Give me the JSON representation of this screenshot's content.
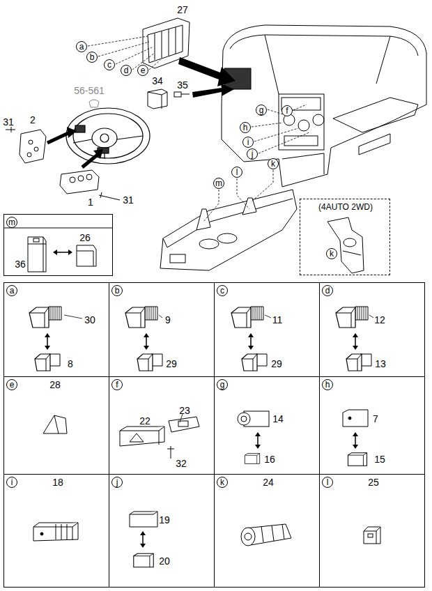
{
  "diagram": {
    "nodes": [
      {
        "text": [
          "m",
          "36",
          "26"
        ]
      },
      {
        "text": [
          "(4AUTO 2WD)",
          "k"
        ]
      },
      {
        "text": [
          "a",
          "30",
          "8"
        ]
      },
      {
        "text": [
          "b",
          "9",
          "29"
        ]
      },
      {
        "text": [
          "c",
          "11",
          "29"
        ]
      },
      {
        "text": [
          "d",
          "12",
          "13"
        ]
      },
      {
        "text": [
          "e",
          "28"
        ]
      },
      {
        "text": [
          "f",
          "23",
          "22",
          "32"
        ]
      },
      {
        "text": [
          "g",
          "14",
          "16"
        ]
      },
      {
        "text": [
          "h",
          "7",
          "15"
        ]
      },
      {
        "text": [
          "i",
          "18"
        ]
      },
      {
        "text": [
          "j",
          "19",
          "20"
        ]
      },
      {
        "text": [
          "k",
          "24"
        ]
      },
      {
        "text": [
          "l",
          "25"
        ]
      }
    ],
    "labels": [
      "27",
      "a",
      "b",
      "c",
      "d",
      "e",
      "56-561",
      "34",
      "35",
      "31",
      "2",
      "1",
      "31",
      "f",
      "g",
      "h",
      "i",
      "j",
      "k",
      "l",
      "m"
    ]
  }
}
